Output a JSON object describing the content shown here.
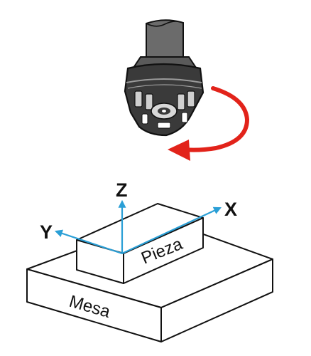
{
  "diagram": {
    "labels": {
      "axis_x": "X",
      "axis_y": "Y",
      "axis_z": "Z",
      "workpiece": "Pieza",
      "table": "Mesa"
    },
    "colors": {
      "axis": "#2a9fd6",
      "rotation_arrow": "#e2231a",
      "tool_body": "#3a3a3a",
      "tool_shank": "#6b6b6b",
      "outline": "#111111",
      "fill": "#ffffff"
    },
    "icons": {
      "tool": "milling-cutter-icon",
      "rotation": "rotation-arrow-icon"
    }
  }
}
